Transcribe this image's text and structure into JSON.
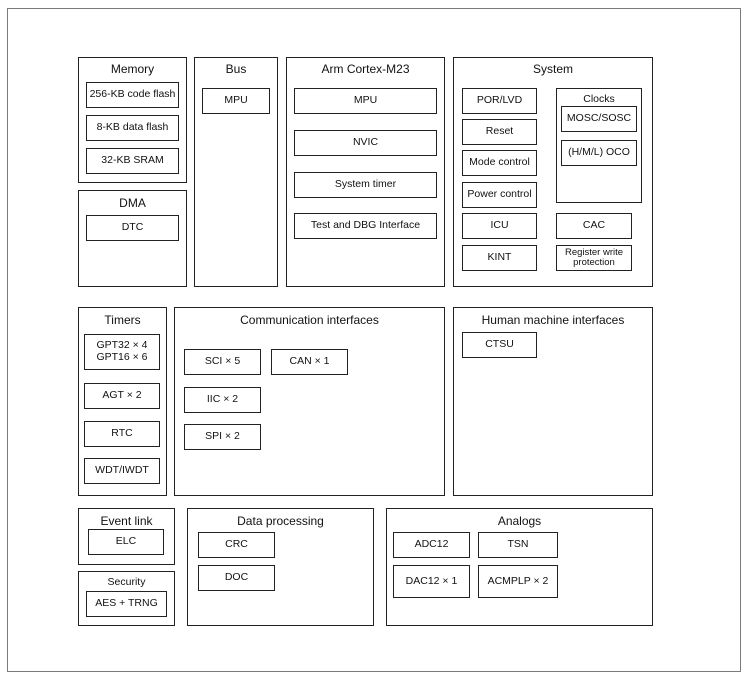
{
  "memory": {
    "title": "Memory",
    "code_flash": "256-KB code flash",
    "data_flash": "8-KB data flash",
    "sram": "32-KB SRAM"
  },
  "dma": {
    "title": "DMA",
    "dtc": "DTC"
  },
  "bus": {
    "title": "Bus",
    "mpu": "MPU"
  },
  "cpu": {
    "title": "Arm Cortex-M23",
    "mpu": "MPU",
    "nvic": "NVIC",
    "timer": "System timer",
    "dbg": "Test and DBG Interface"
  },
  "system": {
    "title": "System",
    "por": "POR/LVD",
    "reset": "Reset",
    "mode": "Mode control",
    "power": "Power control",
    "icu": "ICU",
    "kint": "KINT",
    "clocks": "Clocks",
    "mosc": "MOSC/SOSC",
    "oco": "(H/M/L) OCO",
    "cac": "CAC",
    "regwrite": "Register write\nprotection"
  },
  "timers": {
    "title": "Timers",
    "gpt": "GPT32 × 4\nGPT16 × 6",
    "agt": "AGT × 2",
    "rtc": "RTC",
    "wdt": "WDT/IWDT"
  },
  "comm": {
    "title": "Communication interfaces",
    "sci": "SCI × 5",
    "can": "CAN × 1",
    "iic": "IIC × 2",
    "spi": "SPI × 2"
  },
  "hmi": {
    "title": "Human machine interfaces",
    "ctsu": "CTSU"
  },
  "event": {
    "title": "Event link",
    "elc": "ELC"
  },
  "security": {
    "title": "Security",
    "aes": "AES + TRNG"
  },
  "dataproc": {
    "title": "Data processing",
    "crc": "CRC",
    "doc": "DOC"
  },
  "analogs": {
    "title": "Analogs",
    "adc": "ADC12",
    "tsn": "TSN",
    "dac": "DAC12 × 1",
    "acmp": "ACMPLP × 2"
  }
}
